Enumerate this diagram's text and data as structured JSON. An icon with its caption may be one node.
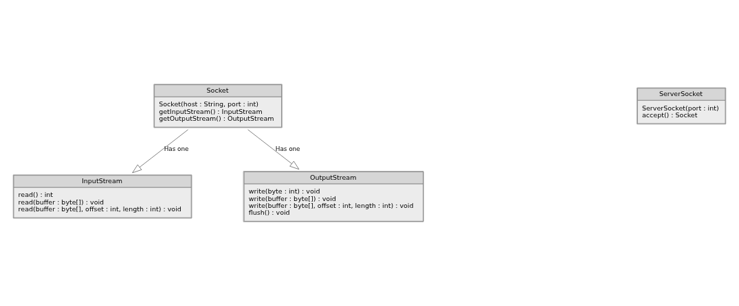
{
  "diagram": {
    "nodes": [
      {
        "text": [
          "Socket",
          "Socket(host : String, port : int)",
          "getInputStream() : InputStream",
          "getOutputStream() : OutputStream"
        ]
      },
      {
        "text": [
          "ServerSocket",
          "ServerSocket(port : int)",
          "accept() : Socket"
        ]
      },
      {
        "text": [
          "InputStream",
          "read() : int",
          "read(buffer : byte[]) : void",
          "read(buffer : byte[], offset : int, length : int) : void"
        ]
      },
      {
        "text": [
          "OutputStream",
          "write(byte : int) : void",
          "write(buffer : byte[]) : void",
          "write(buffer : byte[], offset : int, length : int) : void",
          "flush() : void"
        ]
      }
    ],
    "edges": [
      {
        "from": 0,
        "to": 2,
        "arrow": "to",
        "label": "Has one"
      },
      {
        "from": 0,
        "to": 3,
        "arrow": "to",
        "label": "Has one"
      }
    ]
  }
}
